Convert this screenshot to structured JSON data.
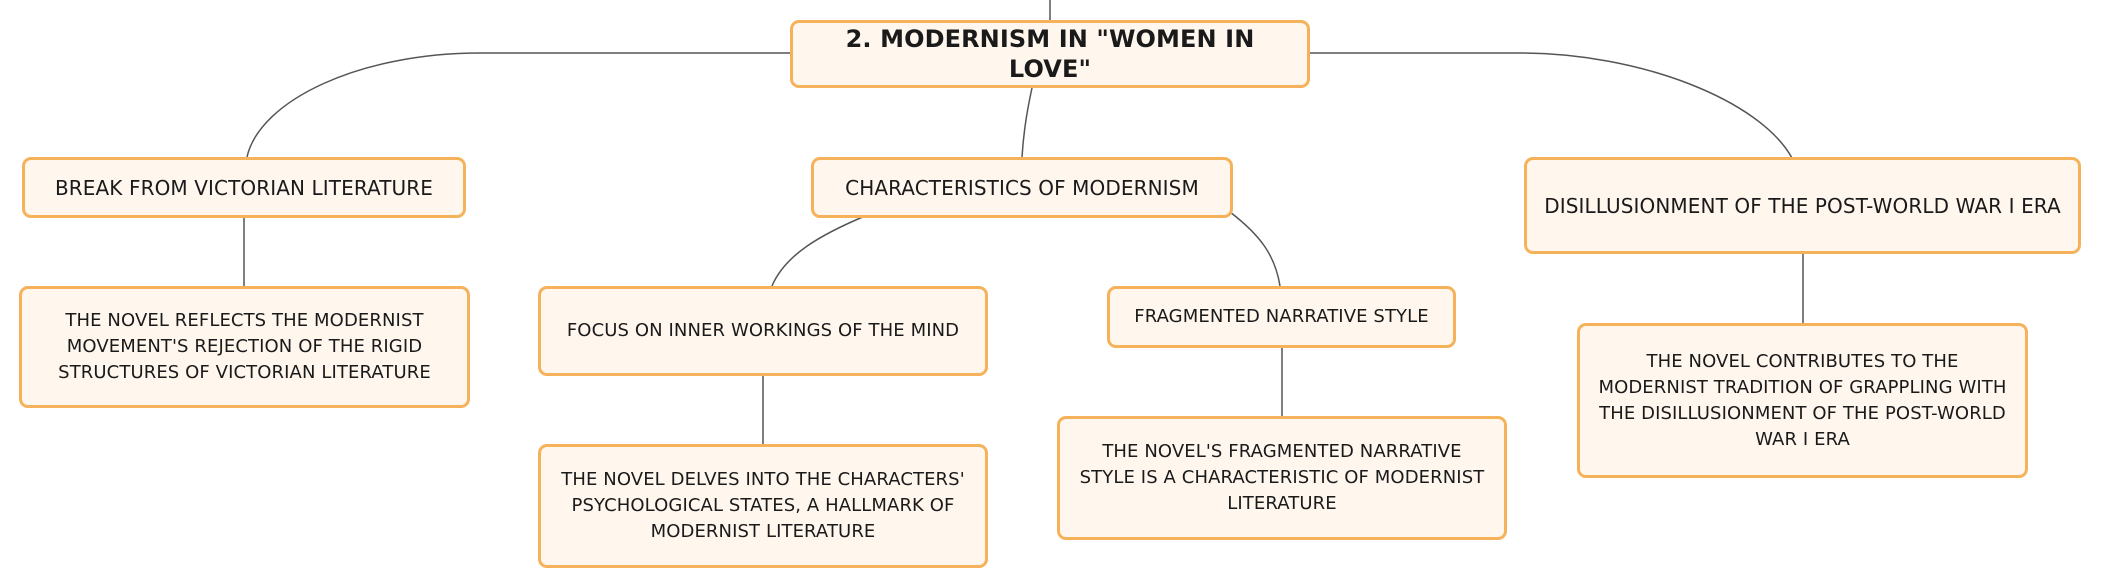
{
  "diagram": {
    "root": {
      "label": "2. MODERNISM IN \"WOMEN IN LOVE\""
    },
    "branches": [
      {
        "label": "BREAK FROM VICTORIAN LITERATURE",
        "detail": "THE NOVEL REFLECTS THE MODERNIST MOVEMENT'S REJECTION OF THE RIGID STRUCTURES OF VICTORIAN LITERATURE"
      },
      {
        "label": "CHARACTERISTICS OF MODERNISM",
        "children": [
          {
            "label": "FOCUS ON INNER WORKINGS OF THE MIND",
            "detail": "THE NOVEL DELVES INTO THE CHARACTERS' PSYCHOLOGICAL STATES, A HALLMARK OF MODERNIST LITERATURE"
          },
          {
            "label": "FRAGMENTED NARRATIVE STYLE",
            "detail": "THE NOVEL'S FRAGMENTED NARRATIVE STYLE IS A CHARACTERISTIC OF MODERNIST LITERATURE"
          }
        ]
      },
      {
        "label": "DISILLUSIONMENT OF THE POST-WORLD WAR I ERA",
        "detail": "THE NOVEL CONTRIBUTES TO THE MODERNIST TRADITION OF GRAPPLING WITH THE DISILLUSIONMENT OF THE POST-WORLD WAR I ERA"
      }
    ],
    "colors": {
      "node_fill": "#fff6ee",
      "node_border": "#f5b25a",
      "connector": "#555555",
      "text": "#1a1a1a"
    }
  }
}
